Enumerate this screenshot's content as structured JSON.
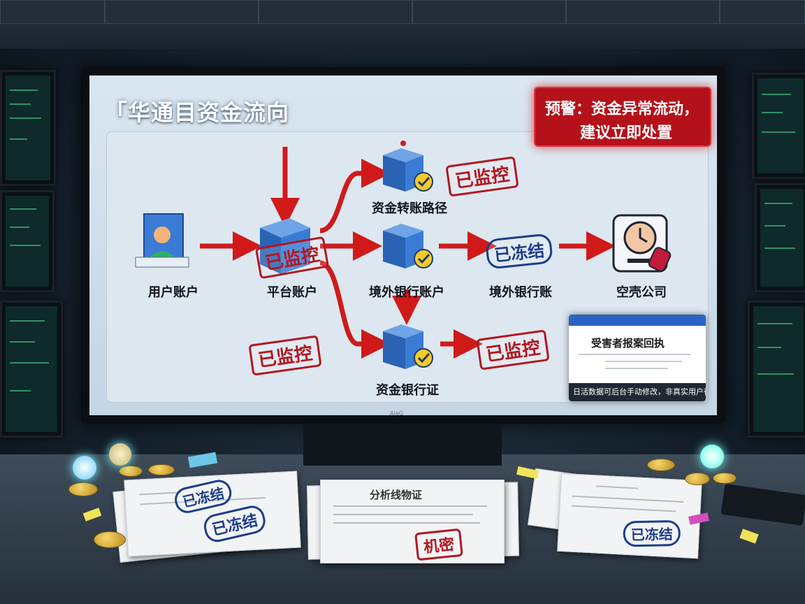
{
  "screen": {
    "title": "「华通目资金流向",
    "alert": {
      "line1": "预警：资金异常流动，",
      "line2": "建议立即处置"
    },
    "brand": "AIeG"
  },
  "nodes": {
    "user_account": "用户账户",
    "platform_account": "平台账户",
    "transfer_path": "资金转账路径",
    "overseas_account": "境外银行账户",
    "overseas_bank": "境外银行账",
    "shell_company": "空壳公司",
    "bank_certificate": "资金银行证"
  },
  "stamps": {
    "monitored": "已监控",
    "frozen": "已冻结",
    "confidential": "机密",
    "frozen_alt": "已冻结"
  },
  "popup": {
    "title": "受害者报案回执",
    "caption": "日活数据可后台手动修改，非真实用户行为"
  },
  "desk_docs": {
    "center_title": "分析线物证"
  },
  "colors": {
    "alert": "#b5111a",
    "arrow": "#d01a1a",
    "stamp_red": "#b3171f",
    "stamp_blue": "#1c3d8a",
    "server": "#3a7bd5"
  }
}
